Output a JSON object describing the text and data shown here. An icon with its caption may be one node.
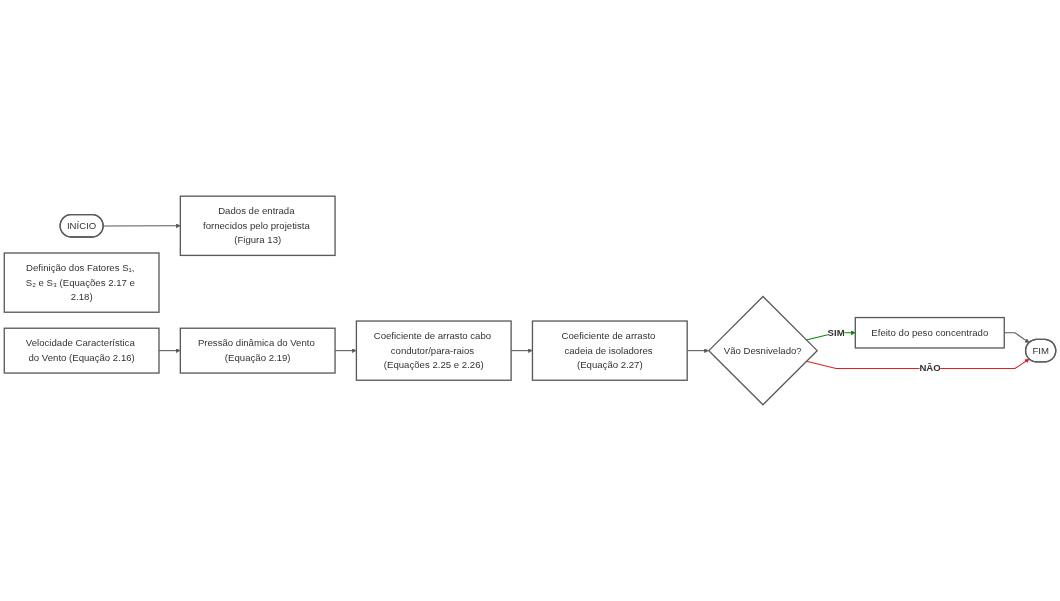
{
  "diagram": {
    "nodes": [
      {
        "text": [
          "INÍCIO"
        ]
      },
      {
        "text": [
          "Dados de entrada fornecidos pelo projetista (Figura 13)"
        ]
      },
      {
        "text": [
          "Definição dos Fatores S₁, S₂ e S₃ (Equações 2.17 e 2.18)"
        ]
      },
      {
        "text": [
          "Velocidade Característica do Vento (Equação 2.16)"
        ]
      },
      {
        "text": [
          "Pressão dinâmica do Vento (Equação 2.19)"
        ]
      },
      {
        "text": [
          "Coeficiente de arrasto cabo condutor/para-raios (Equações 2.25 e 2.26)"
        ]
      },
      {
        "text": [
          "Coeficiente de arrasto cadeia de isoladores (Equação 2.27)"
        ]
      },
      {
        "text": [
          "Vão Desnivelado?"
        ]
      },
      {
        "text": [
          "Efeito do peso concentrado"
        ]
      },
      {
        "text": [
          "FIM"
        ]
      }
    ],
    "edges": [
      {
        "from": 0,
        "to": 1,
        "arrow": "to"
      },
      {
        "from": 3,
        "to": 4,
        "arrow": "to"
      },
      {
        "from": 4,
        "to": 5,
        "arrow": "to"
      },
      {
        "from": 5,
        "to": 6,
        "arrow": "to"
      },
      {
        "from": 6,
        "to": 7,
        "arrow": "to"
      },
      {
        "from": 7,
        "to": 8,
        "arrow": "to",
        "label": "SIM",
        "color": "#008a00"
      },
      {
        "from": 8,
        "to": 9,
        "arrow": "to"
      },
      {
        "from": 7,
        "to": 9,
        "arrow": "to",
        "label": "NÃO",
        "color": "#e02020"
      }
    ]
  }
}
